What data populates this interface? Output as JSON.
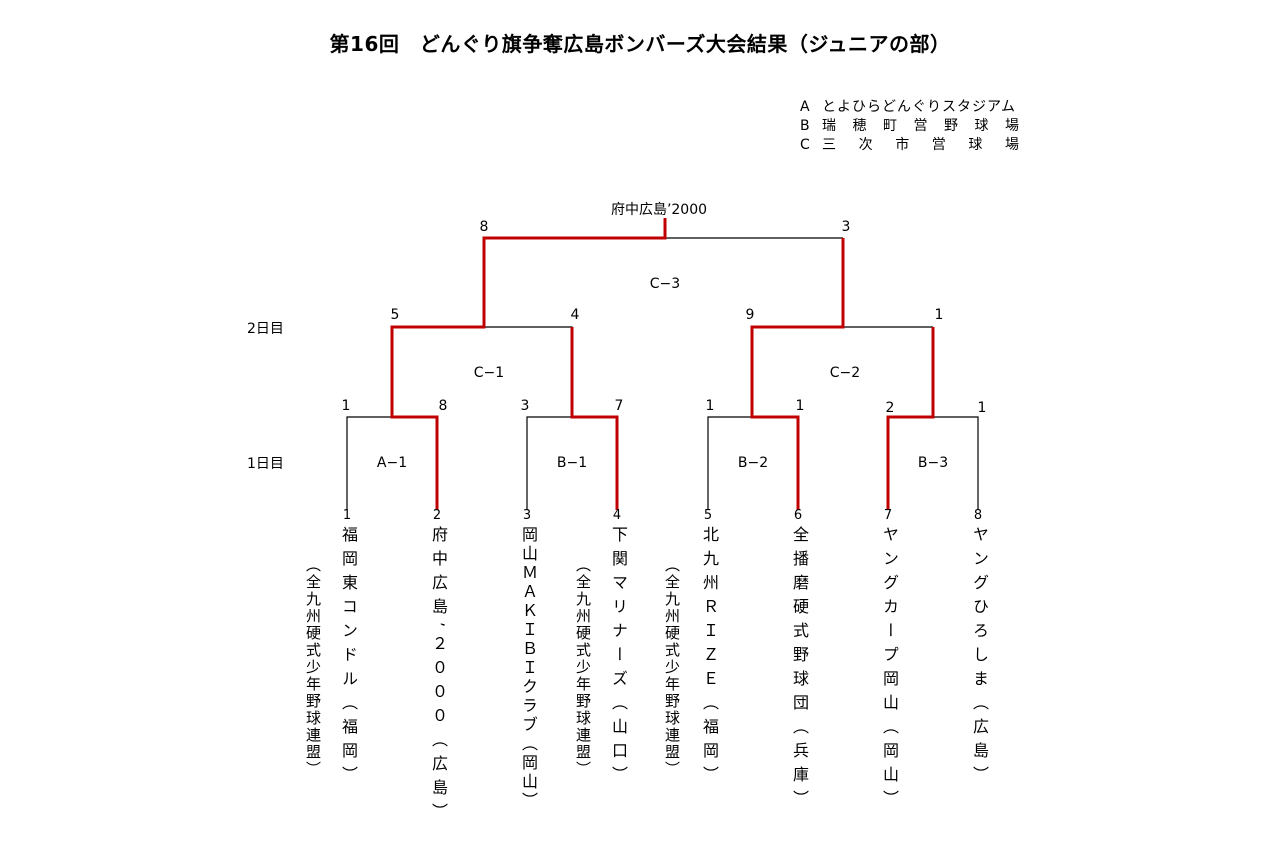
{
  "title": "第16回　どんぐり旗争奪広島ボンバーズ大会結果（ジュニアの部）",
  "legend": [
    {
      "key": "A",
      "venue": "とよひらどんぐりスタジアム"
    },
    {
      "key": "B",
      "venue": [
        "瑞",
        "穂",
        "町",
        "営",
        "野",
        "球",
        "場"
      ]
    },
    {
      "key": "C",
      "venue": [
        "三",
        "次",
        "市",
        "営",
        "球",
        "場"
      ]
    }
  ],
  "days": {
    "day1": "1日目",
    "day2": "2日目"
  },
  "champion": "府中広島’2000",
  "games": {
    "A-1": {
      "label": "A−1",
      "scores": [
        "1",
        "8"
      ]
    },
    "B-1": {
      "label": "B−1",
      "scores": [
        "3",
        "7"
      ]
    },
    "B-2": {
      "label": "B−2",
      "scores": [
        "1",
        "1"
      ]
    },
    "B-3": {
      "label": "B−3",
      "scores": [
        "2",
        "1"
      ]
    },
    "C-1": {
      "label": "C−1",
      "scores": [
        "5",
        "4"
      ]
    },
    "C-2": {
      "label": "C−2",
      "scores": [
        "9",
        "1"
      ]
    },
    "C-3": {
      "label": "C−3",
      "scores": [
        "8",
        "3"
      ]
    }
  },
  "teams": [
    {
      "seed": "1",
      "name": "福岡東コンドル（福岡）",
      "association": "（全九州硬式少年野球連盟）"
    },
    {
      "seed": "2",
      "name": "府中広島’２０００（広島）",
      "association": ""
    },
    {
      "seed": "3",
      "name": "岡山ＭＡＫＩＢＩクラブ（岡山）",
      "association": ""
    },
    {
      "seed": "4",
      "name": "下関マリナーズ（山口）",
      "association": "（全九州硬式少年野球連盟）"
    },
    {
      "seed": "5",
      "name": "北九州ＲＩＺＥ（福岡）",
      "association": "（全九州硬式少年野球連盟）"
    },
    {
      "seed": "6",
      "name": "全播磨硬式野球団（兵庫）",
      "association": ""
    },
    {
      "seed": "7",
      "name": "ヤングカープ岡山（岡山）",
      "association": ""
    },
    {
      "seed": "8",
      "name": "ヤングひろしま（広島）",
      "association": ""
    }
  ],
  "colors": {
    "winner_line": "#c00000",
    "line": "#000000"
  }
}
